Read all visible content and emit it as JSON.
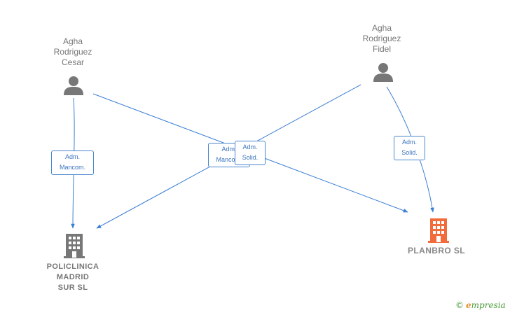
{
  "nodes": {
    "person_cesar": {
      "name": "Agha\nRodriguez\nCesar",
      "icon": "person-icon"
    },
    "person_fidel": {
      "name": "Agha\nRodriguez\nFidel",
      "icon": "person-icon"
    },
    "company_policlinica": {
      "name": "POLICLINICA\nMADRID\nSUR SL",
      "icon": "building-icon",
      "color": "#777777"
    },
    "company_planbro": {
      "name": "PLANBRO  SL",
      "icon": "building-icon",
      "color": "#f26b3a"
    }
  },
  "edges": {
    "cesar_policlinica": {
      "label": "Adm.\nMancom."
    },
    "cesar_planbro": {
      "label": "Adm.\nMancom."
    },
    "fidel_policlinica": {
      "label": "Adm.\nSolid."
    },
    "fidel_planbro": {
      "label": "Adm.\nSolid."
    }
  },
  "colors": {
    "edge": "#3b7fd4",
    "label_border": "#4a86cf"
  },
  "brand": {
    "copyright": "©",
    "initial": "e",
    "rest": "mpresia"
  }
}
